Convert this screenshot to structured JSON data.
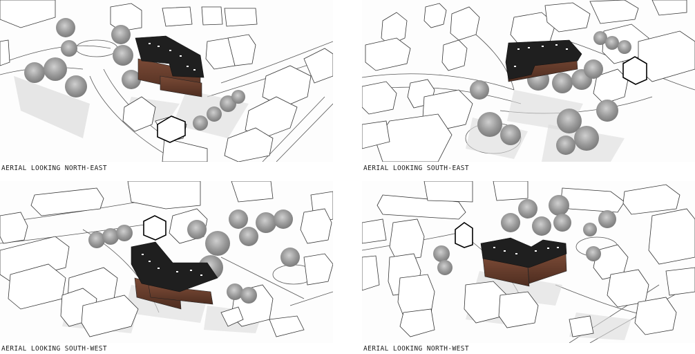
{
  "views": [
    {
      "caption": "AERIAL LOOKING NORTH-EAST"
    },
    {
      "caption": "AERIAL LOOKING SOUTH-EAST"
    },
    {
      "caption": "AERIAL LOOKING SOUTH-WEST"
    },
    {
      "caption": "AERIAL LOOKING NORTH-WEST"
    }
  ],
  "colors": {
    "roof": "#1f1f1f",
    "facade": "#6b3f2e",
    "tree": "#9a9a9a",
    "shadow": "#d9d9d9",
    "context": "#ffffff",
    "line": "#3a3a3a"
  }
}
